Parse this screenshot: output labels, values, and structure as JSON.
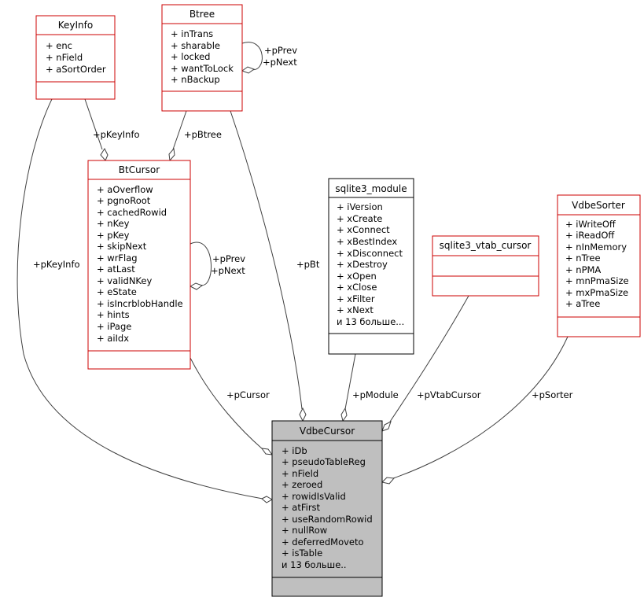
{
  "colors": {
    "class_border_red": "#cc0000",
    "class_border_black": "#000000",
    "focus_fill": "#bfbfbf",
    "edge": "#404040"
  },
  "classes": {
    "keyinfo": {
      "title": "KeyInfo",
      "attrs": [
        "+ enc",
        "+ nField",
        "+ aSortOrder"
      ]
    },
    "btree": {
      "title": "Btree",
      "attrs": [
        "+ inTrans",
        "+ sharable",
        "+ locked",
        "+ wantToLock",
        "+ nBackup"
      ]
    },
    "btcursor": {
      "title": "BtCursor",
      "attrs": [
        "+ aOverflow",
        "+ pgnoRoot",
        "+ cachedRowid",
        "+ nKey",
        "+ pKey",
        "+ skipNext",
        "+ wrFlag",
        "+ atLast",
        "+ validNKey",
        "+ eState",
        "+ isIncrblobHandle",
        "+ hints",
        "+ iPage",
        "+ aiIdx"
      ]
    },
    "sqlite3_module": {
      "title": "sqlite3_module",
      "attrs": [
        "+ iVersion",
        "+ xCreate",
        "+ xConnect",
        "+ xBestIndex",
        "+ xDisconnect",
        "+ xDestroy",
        "+ xOpen",
        "+ xClose",
        "+ xFilter",
        "+ xNext",
        "и 13 больше..."
      ]
    },
    "sqlite3_vtab_cursor": {
      "title": "sqlite3_vtab_cursor",
      "attrs": []
    },
    "vdbesorter": {
      "title": "VdbeSorter",
      "attrs": [
        "+ iWriteOff",
        "+ iReadOff",
        "+ nInMemory",
        "+ nTree",
        "+ nPMA",
        "+ mnPmaSize",
        "+ mxPmaSize",
        "+ aTree"
      ]
    },
    "vdbecursor": {
      "title": "VdbeCursor",
      "attrs": [
        "+ iDb",
        "+ pseudoTableReg",
        "+ nField",
        "+ zeroed",
        "+ rowidIsValid",
        "+ atFirst",
        "+ useRandomRowid",
        "+ nullRow",
        "+ deferredMoveto",
        "+ isTable",
        "и 13 больше.."
      ]
    }
  },
  "edges": {
    "btree_self_prev": "+pPrev",
    "btree_self_next": "+pNext",
    "btcursor_self_prev": "+pPrev",
    "btcursor_self_next": "+pNext",
    "keyinfo_to_btcursor": "+pKeyInfo",
    "btree_to_btcursor": "+pBtree",
    "keyinfo_to_vdbecursor": "+pKeyInfo",
    "btree_to_vdbecursor": "+pBt",
    "btcursor_to_vdbecursor": "+pCursor",
    "module_to_vdbecursor": "+pModule",
    "vtab_to_vdbecursor": "+pVtabCursor",
    "sorter_to_vdbecursor": "+pSorter"
  }
}
